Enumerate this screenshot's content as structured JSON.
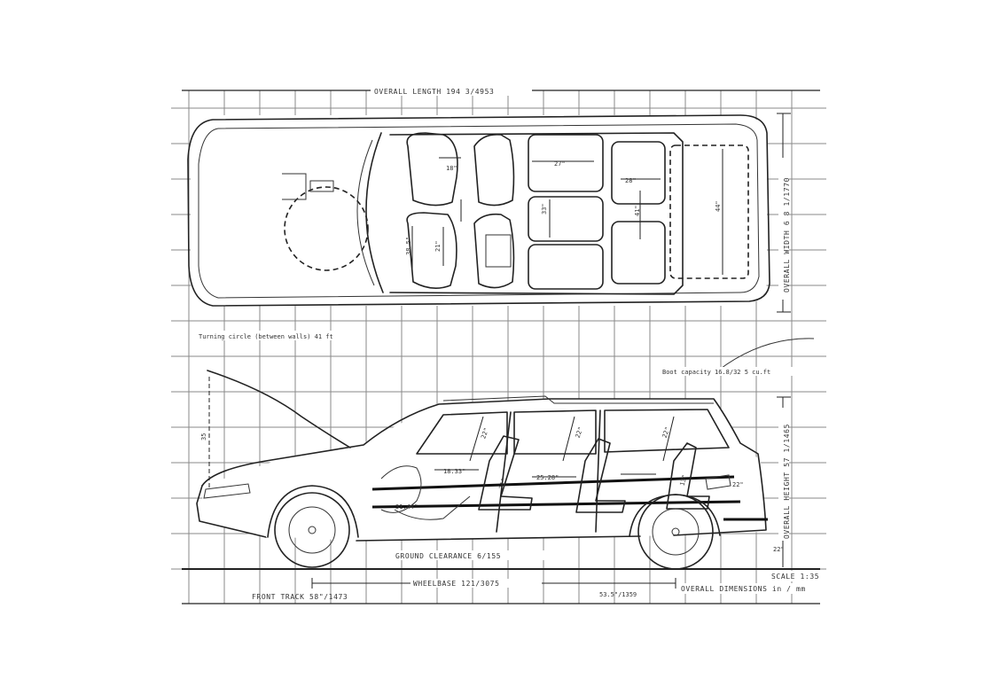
{
  "drawing": {
    "overall_length": "OVERALL LENGTH  194 3/4953",
    "overall_width": "OVERALL WIDTH 6 8 1/1770",
    "overall_height": "OVERALL HEIGHT 57 1/1465",
    "turning_circle": "Turning circle (between walls)  41 ft",
    "boot_capacity": "Boot capacity 16.8/32 5 cu.ft",
    "ground_clearance": "GROUND CLEARANCE  6/155",
    "wheelbase": "WHEELBASE  121/3075",
    "front_track": "FRONT TRACK  58\"/1473",
    "rear_track": "53.5\"/1359",
    "scale": "SCALE 1:35",
    "dimensions_note": "OVERALL DIMENSIONS in / mm",
    "interior_top": [
      "18\"",
      "27\"",
      "28\"",
      "38.5\"",
      "21\"",
      "33\"",
      "41\"",
      "44\""
    ],
    "interior_side": [
      "35",
      "22\"",
      "22\"",
      "22\"",
      "18.33\"",
      "21\"",
      "25.28\"",
      "13\"",
      "31.44\"",
      "22\"",
      "22\""
    ]
  },
  "colors": {
    "ink": "#222222",
    "grid": "#8a8a8a",
    "paper": "#ffffff"
  }
}
